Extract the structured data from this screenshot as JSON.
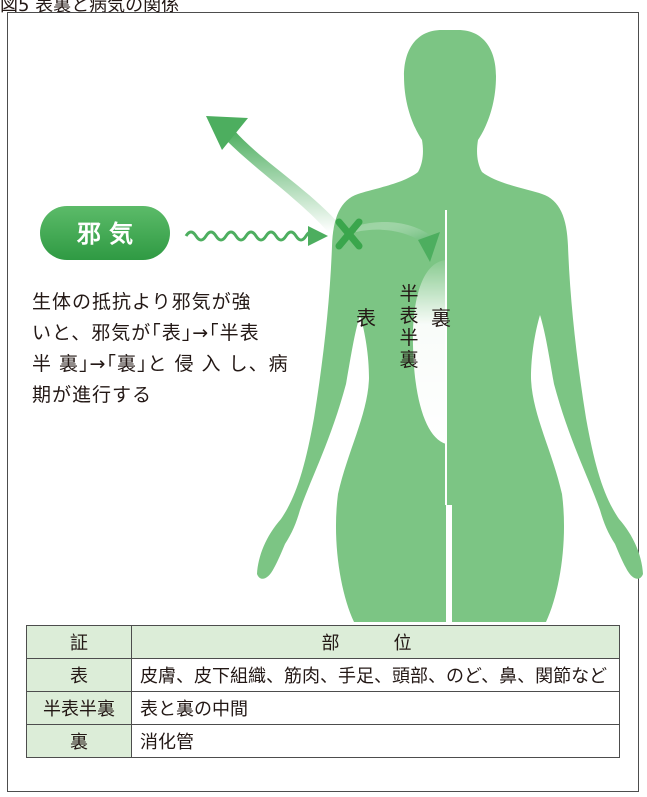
{
  "figure": {
    "caption": "図5 表裏と病気の関係",
    "evil_qi_label": "邪 気",
    "description_lines": [
      "生体の抵抗より邪気が強",
      "いと、邪気が｢表｣→｢半表",
      "半 裏｣→｢裏｣と 侵 入 し、病",
      "期が進行する"
    ],
    "label_surface": "表",
    "label_half_chars": [
      "半",
      "表",
      "半",
      "裏"
    ],
    "label_interior": "裏",
    "colors": {
      "body": "#7cc584",
      "pill": "#3aa64c",
      "arrow": "#4dae5f",
      "table_header": "#dcedd8"
    }
  },
  "table": {
    "headers": {
      "syndrome": "証",
      "location": "部　位"
    },
    "rows": [
      {
        "syndrome": "表",
        "location": "皮膚、皮下組織、筋肉、手足、頭部、のど、鼻、関節など"
      },
      {
        "syndrome": "半表半裏",
        "location": "表と裏の中間"
      },
      {
        "syndrome": "裏",
        "location": "消化管"
      }
    ]
  }
}
